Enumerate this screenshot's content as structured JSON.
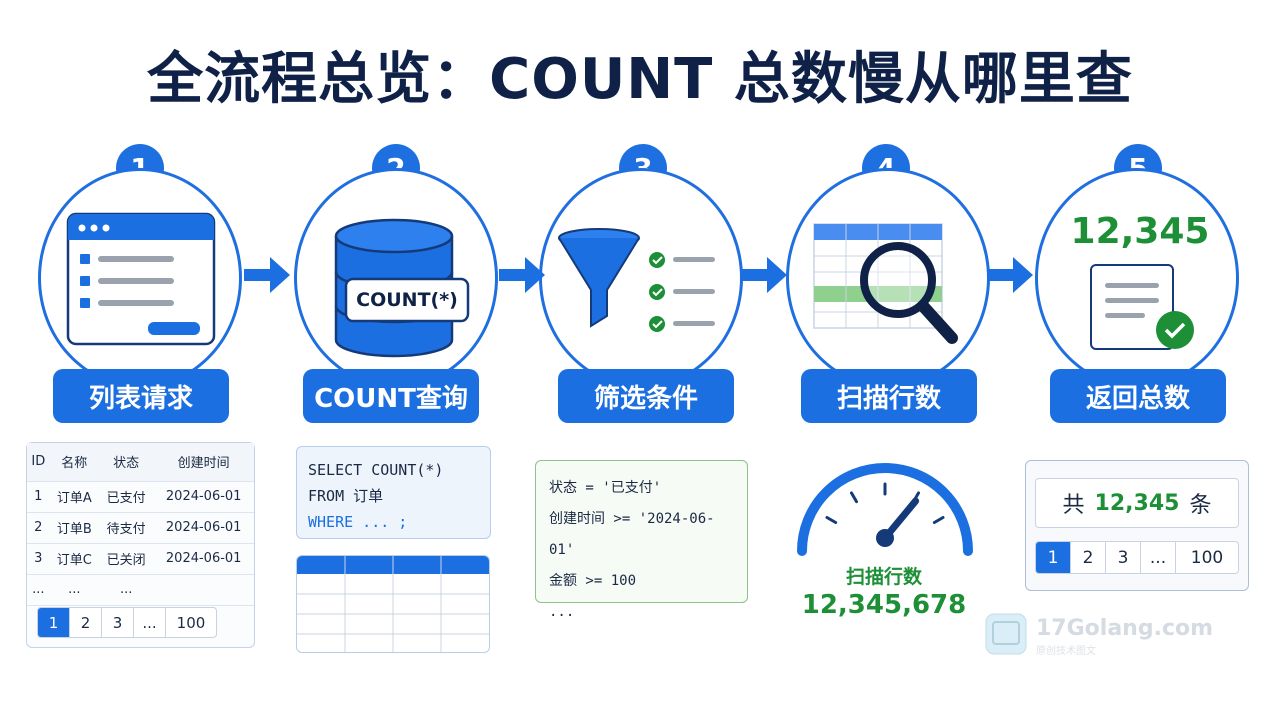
{
  "title": "全流程总览：COUNT 总数慢从哪里查",
  "steps": [
    {
      "number": "1",
      "label": "列表请求"
    },
    {
      "number": "2",
      "label": "COUNT查询"
    },
    {
      "number": "3",
      "label": "筛选条件"
    },
    {
      "number": "4",
      "label": "扫描行数"
    },
    {
      "number": "5",
      "label": "返回总数"
    }
  ],
  "step2_badge": "COUNT(*)",
  "step5_total": "12,345",
  "list_table": {
    "headers": [
      "ID",
      "名称",
      "状态",
      "创建时间"
    ],
    "rows": [
      [
        "1",
        "订单A",
        "已支付",
        "2024-06-01"
      ],
      [
        "2",
        "订单B",
        "待支付",
        "2024-06-01"
      ],
      [
        "3",
        "订单C",
        "已关闭",
        "2024-06-01"
      ],
      [
        "...",
        "...",
        "...",
        ""
      ]
    ],
    "pager": [
      "1",
      "2",
      "3",
      "...",
      "100"
    ]
  },
  "sql": {
    "line1": "SELECT COUNT(*)",
    "line2": "FROM 订单",
    "line3": "WHERE ... ;"
  },
  "conditions": [
    "状态 = '已支付'",
    "创建时间 >= '2024-06-01'",
    "金额 >= 100",
    "..."
  ],
  "scan": {
    "label": "扫描行数",
    "count": "12,345,678",
    "gauge_level": 0.72
  },
  "total": {
    "prefix": "共",
    "value": "12,345",
    "suffix": "条",
    "pager": [
      "1",
      "2",
      "3",
      "...",
      "100"
    ]
  },
  "watermark": {
    "text": "17Golang.com",
    "sub": "原创技术图文"
  },
  "colors": {
    "primary": "#1e6fe0",
    "navy": "#0f2147",
    "green": "#1d8f36"
  }
}
